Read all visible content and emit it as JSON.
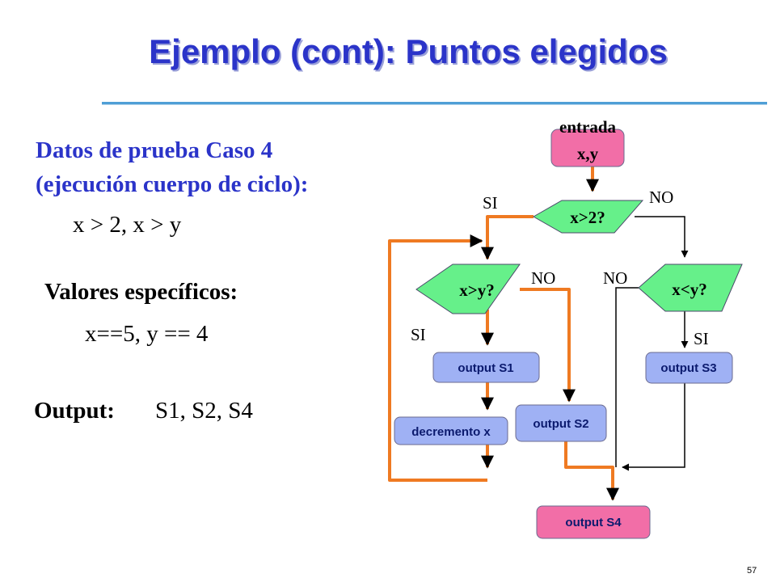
{
  "title": "Ejemplo (cont): Puntos elegidos",
  "left": {
    "case_line1": "Datos de prueba Caso 4",
    "case_line2": "(ejecución  cuerpo de ciclo):",
    "condition": "x > 2,  x > y",
    "specific_label": "Valores específicos:",
    "specific_values": "x==5, y == 4",
    "output_label": "Output:",
    "output_value": "S1, S2, S4"
  },
  "diagram": {
    "entrada_line1": "entrada",
    "entrada_line2": "x,y",
    "cond1": "x>2?",
    "cond2": "x>y?",
    "cond3": "x<y?",
    "box_s1": "output S1",
    "box_dec": "decremento x",
    "box_s2": "output S2",
    "box_s3": "output S3",
    "box_s4": "output S4",
    "label_si_top": "SI",
    "label_no_top": "NO",
    "label_no_mid1": "NO",
    "label_no_mid2": "NO",
    "label_si_left": "SI",
    "label_si_right": "SI"
  },
  "page_number": "57",
  "colors": {
    "title": "#2b34c9",
    "pink_box": "#f26ea7",
    "green_diamond": "#66f08a",
    "periwinkle_box": "#9fb1f4",
    "orange_path": "#ef7a22",
    "rule": "#4f9fd6"
  }
}
